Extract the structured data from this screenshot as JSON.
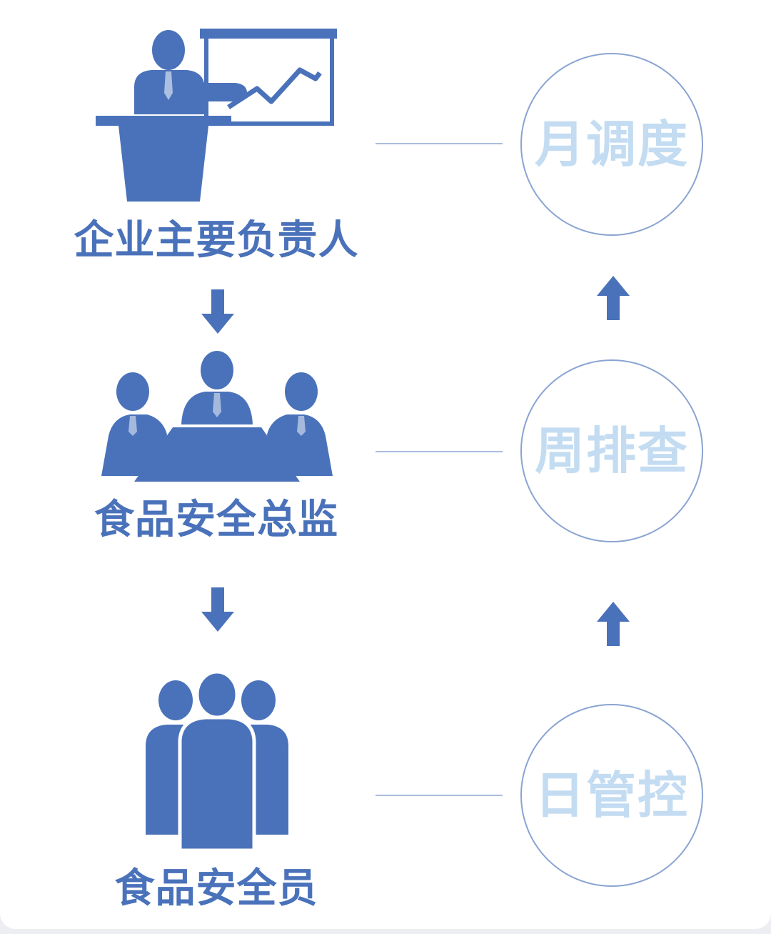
{
  "colors": {
    "icon": "#4a72ba",
    "label": "#4a72ba",
    "connector": "#a9bedf",
    "ring_border": "#8aa4d2",
    "ring_text": "#c3dcf2",
    "background": "#ffffff"
  },
  "roles": [
    {
      "label": "企业主要负责人",
      "icon": "presenter-icon"
    },
    {
      "label": "食品安全总监",
      "icon": "meeting-icon"
    },
    {
      "label": "食品安全员",
      "icon": "team-icon"
    }
  ],
  "cycles": [
    {
      "label": "月调度"
    },
    {
      "label": "周排查"
    },
    {
      "label": "日管控"
    }
  ],
  "arrows": {
    "left": [
      "arrow-down-icon",
      "arrow-down-icon"
    ],
    "right": [
      "arrow-up-icon",
      "arrow-up-icon"
    ]
  }
}
